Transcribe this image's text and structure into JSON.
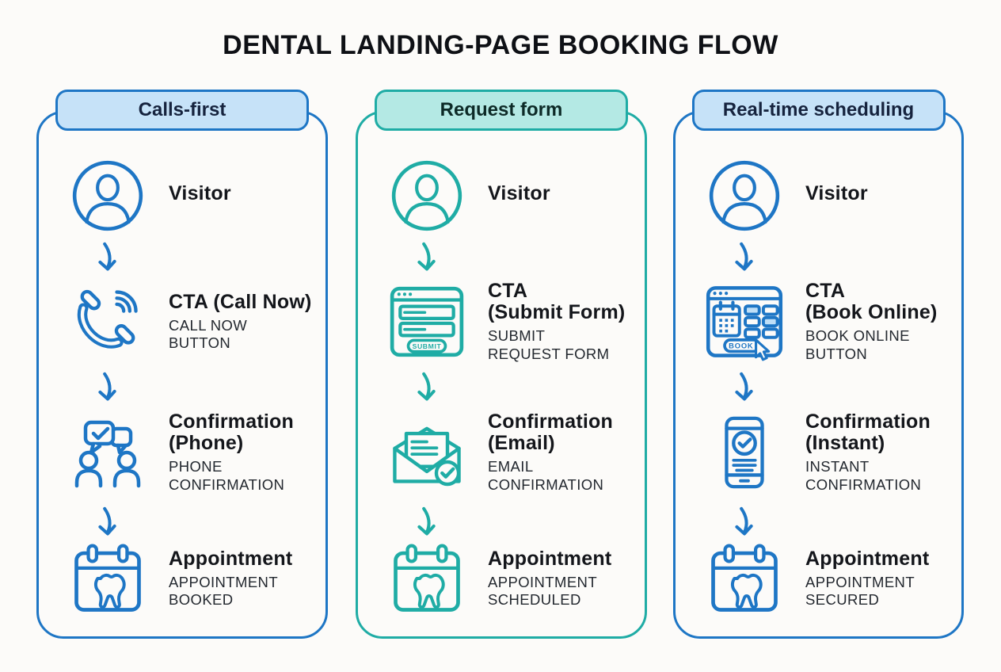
{
  "page": {
    "title": "DENTAL LANDING-PAGE BOOKING FLOW"
  },
  "colors": {
    "blue": "#1E76C5",
    "teal": "#1FACA5",
    "pill_blue_fill": "#C6E2F8",
    "pill_teal_fill": "#B4E9E4",
    "slot_fill": "#BFDFF7"
  },
  "columns": [
    {
      "header": "Calls-first",
      "theme": "blue",
      "steps": [
        {
          "icon": "user-icon",
          "title1": "Visitor",
          "title2": "",
          "cap1": "",
          "cap2": ""
        },
        {
          "icon": "phone-call-icon",
          "title1": "CTA (Call Now)",
          "title2": "",
          "cap1": "CALL NOW",
          "cap2": "BUTTON"
        },
        {
          "icon": "chat-people-icon",
          "title1": "Confirmation",
          "title2": "(Phone)",
          "cap1": "PHONE",
          "cap2": "CONFIRMATION"
        },
        {
          "icon": "calendar-tooth-icon",
          "title1": "Appointment",
          "title2": "",
          "cap1": "APPOINTMENT",
          "cap2": "BOOKED"
        }
      ]
    },
    {
      "header": "Request form",
      "theme": "teal",
      "steps": [
        {
          "icon": "user-icon",
          "title1": "Visitor",
          "title2": "",
          "cap1": "",
          "cap2": ""
        },
        {
          "icon": "form-submit-icon",
          "title1": "CTA",
          "title2": "(Submit Form)",
          "cap1": "SUBMIT",
          "cap2": "REQUEST FORM",
          "button_label": "SUBMIT"
        },
        {
          "icon": "email-check-icon",
          "title1": "Confirmation",
          "title2": "(Email)",
          "cap1": "EMAIL",
          "cap2": "CONFIRMATION"
        },
        {
          "icon": "calendar-tooth-icon",
          "title1": "Appointment",
          "title2": "",
          "cap1": "APPOINTMENT",
          "cap2": "SCHEDULED"
        }
      ]
    },
    {
      "header": "Real-time scheduling",
      "theme": "blue",
      "steps": [
        {
          "icon": "user-icon",
          "title1": "Visitor",
          "title2": "",
          "cap1": "",
          "cap2": ""
        },
        {
          "icon": "booking-widget-icon",
          "title1": "CTA",
          "title2": "(Book Online)",
          "cap1": "BOOK ONLINE",
          "cap2": "BUTTON",
          "button_label": "BOOK"
        },
        {
          "icon": "phone-check-icon",
          "title1": "Confirmation",
          "title2": "(Instant)",
          "cap1": "INSTANT",
          "cap2": "CONFIRMATION"
        },
        {
          "icon": "calendar-tooth-icon",
          "title1": "Appointment",
          "title2": "",
          "cap1": "APPOINTMENT",
          "cap2": "SECURED"
        }
      ]
    }
  ]
}
